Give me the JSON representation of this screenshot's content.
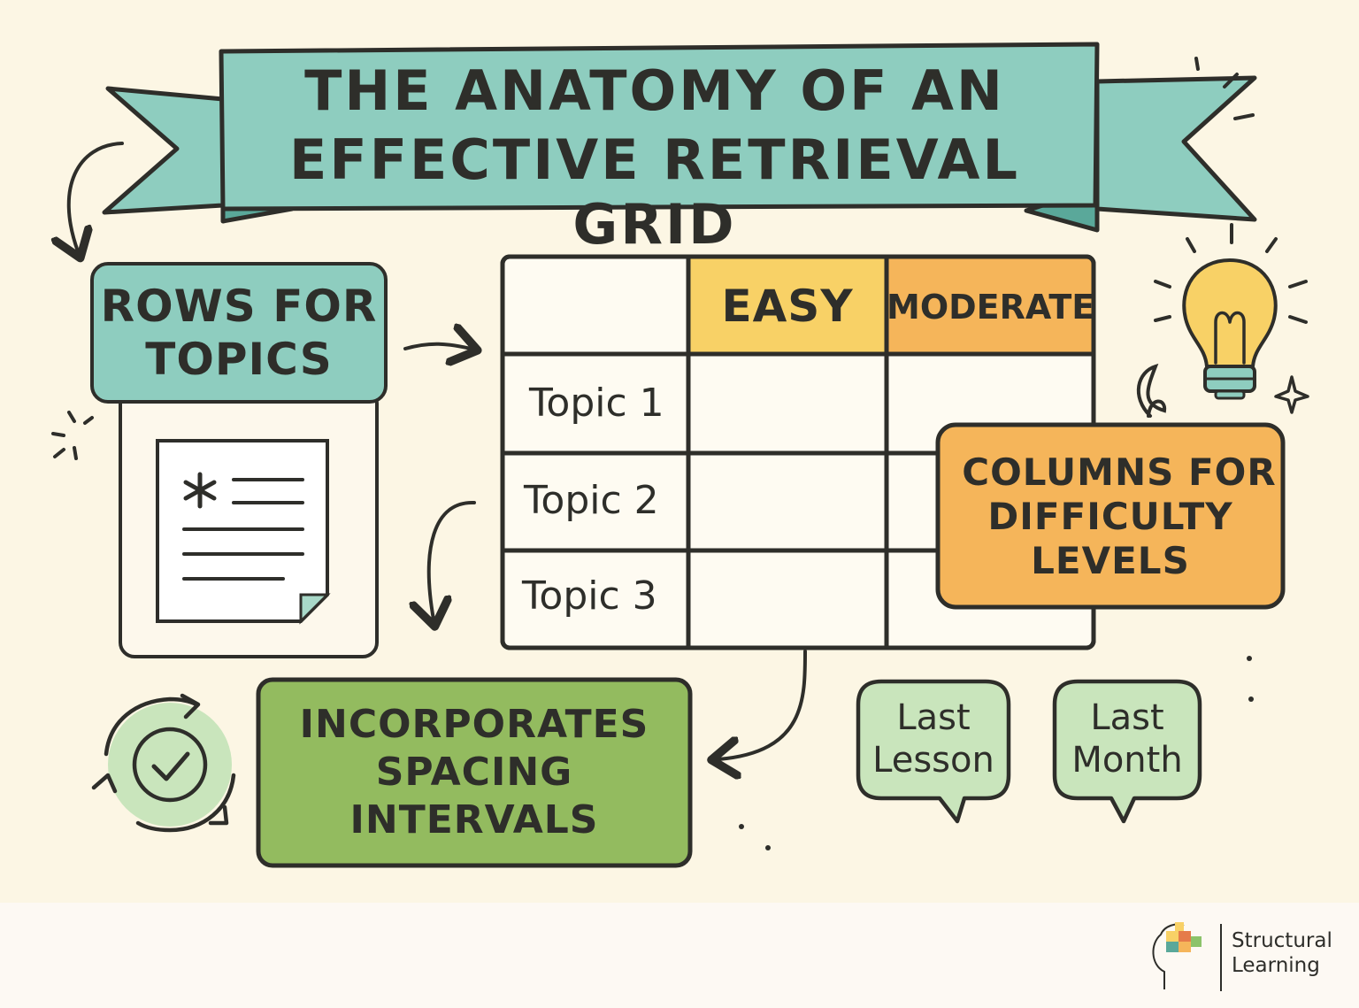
{
  "title": {
    "line1": "THE ANATOMY OF AN",
    "line2": "EFFECTIVE RETRIEVAL GRID"
  },
  "rows_box": {
    "line1": "ROWS FOR",
    "line2": "TOPICS"
  },
  "grid": {
    "columns": [
      "EASY",
      "MODERATE"
    ],
    "rows": [
      "Topic 1",
      "Topic 2",
      "Topic 3"
    ]
  },
  "columns_box": {
    "line1": "COLUMNS FOR",
    "line2": "DIFFICULTY",
    "line3": "LEVELS"
  },
  "spacing_box": {
    "line1": "INCORPORATES",
    "line2": "SPACING",
    "line3": "INTERVALS"
  },
  "bubbles": {
    "last_lesson": {
      "line1": "Last",
      "line2": "Lesson"
    },
    "last_month": {
      "line1": "Last",
      "line2": "Month"
    }
  },
  "brand": {
    "line1": "Structural",
    "line2": "Learning"
  },
  "colors": {
    "teal": "#8ecdbf",
    "easy_yellow": "#f8d166",
    "moderate_orange": "#f5b55a",
    "green_box": "#93bb5f",
    "bubble_green": "#c9e5bc",
    "outline": "#2e2e2a",
    "background": "#fcf6e4"
  },
  "icons": [
    "document-icon",
    "lightbulb-icon",
    "cycle-check-icon",
    "sparkle-icon",
    "brain-logo-icon"
  ]
}
